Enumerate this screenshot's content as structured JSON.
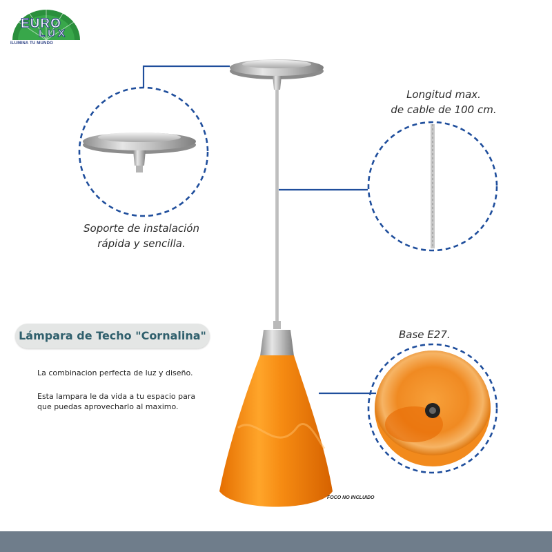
{
  "brand": {
    "logo_top": "EURO",
    "logo_bottom": "LUX",
    "slogan": "ILUMINA TU MUNDO"
  },
  "features": {
    "cable_length": {
      "line1": "Longitud max.",
      "line2": "de cable de 100 cm."
    },
    "mounting": {
      "line1": "Soporte de instalación",
      "line2": "rápida y sencilla."
    },
    "base": {
      "label": "Base E27."
    }
  },
  "product": {
    "title": "Lámpara de Techo \"Cornalina\"",
    "description_1": "La combinacion perfecta de luz y diseño.",
    "description_2": "Esta lampara le da vida a tu espacio para que puedas aprovecharlo al maximo.",
    "note": "FOCO NO INCLUIDO"
  },
  "colors": {
    "accent_blue": "#1f4e9c",
    "lamp_orange": "#f28a1c",
    "footer": "#6f7d8b",
    "title_text": "#2f5f6c"
  }
}
